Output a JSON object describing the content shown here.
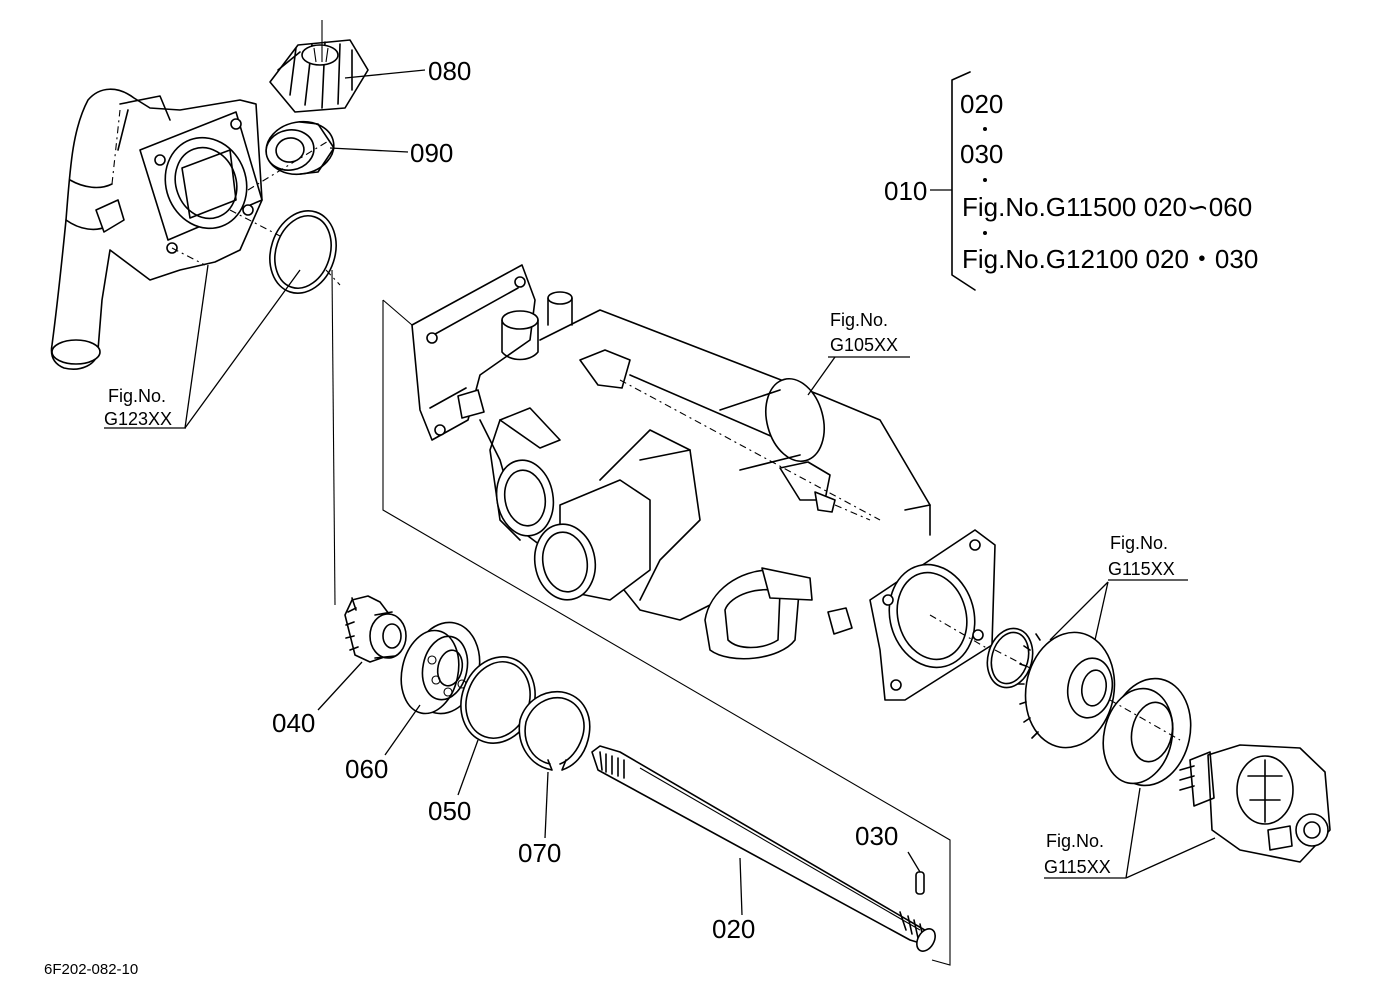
{
  "diagram_code": "6F202-082-10",
  "callouts": {
    "c010": "010",
    "c020": "020",
    "c030": "030",
    "c040": "040",
    "c050": "050",
    "c060": "060",
    "c070": "070",
    "c080": "080",
    "c090": "090"
  },
  "legend": {
    "line1": "020",
    "line2": "030",
    "line3": "Fig.No.G11500  020∽060",
    "line4": "Fig.No.G12100  020・030"
  },
  "references": {
    "g123_a": "Fig.No.",
    "g123_b": "G123XX",
    "g105_a": "Fig.No.",
    "g105_b": "G105XX",
    "g115top_a": "Fig.No.",
    "g115top_b": "G115XX",
    "g115bot_a": "Fig.No.",
    "g115bot_b": "G115XX"
  }
}
